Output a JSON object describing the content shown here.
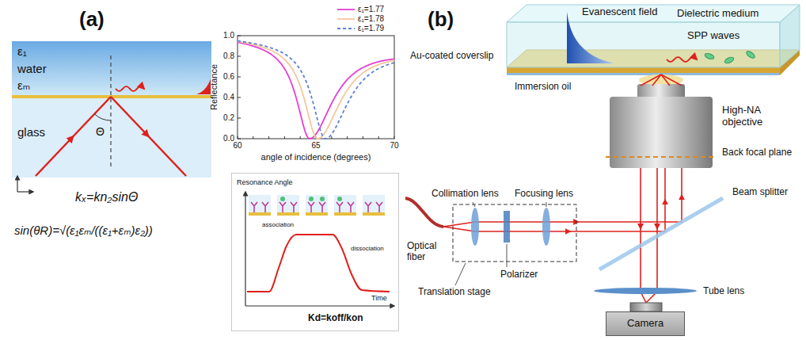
{
  "diagram": {
    "nodes": [
      {
        "text": [
          "Resonance Angle",
          "association",
          "dissociation",
          "Time",
          "Kd=koff/kon"
        ]
      },
      {
        "text": [
          "Camera"
        ]
      }
    ],
    "labels": [
      "(a)",
      "ε₁",
      "water",
      "εₘ",
      "glass",
      "Θ",
      "kₓ=kn₂sinΘ",
      "sin(θR)=√(ε₁εₘ/((ε₁+εₘ)ε₂))",
      "Reflectance",
      "1.0",
      "0.8",
      "0.6",
      "0.4",
      "0.2",
      "0.0",
      "60",
      "65",
      "70",
      "angle of incidence (degrees)",
      "(b)",
      "Evanescent field",
      "Dielectric medium",
      "Au-coated coverslip",
      "SPP waves",
      "Immersion oil",
      "High-NA objective",
      "Back focal plane",
      "Collimation lens",
      "Focusing lens",
      "Beam splitter",
      "Optical fiber",
      "Translation stage",
      "Polarizer",
      "Tube lens"
    ],
    "legend": [
      {
        "text": "ε₁=1.77"
      },
      {
        "text": "ε₁=1.78"
      },
      {
        "text": "ε₁=1.79"
      }
    ]
  }
}
